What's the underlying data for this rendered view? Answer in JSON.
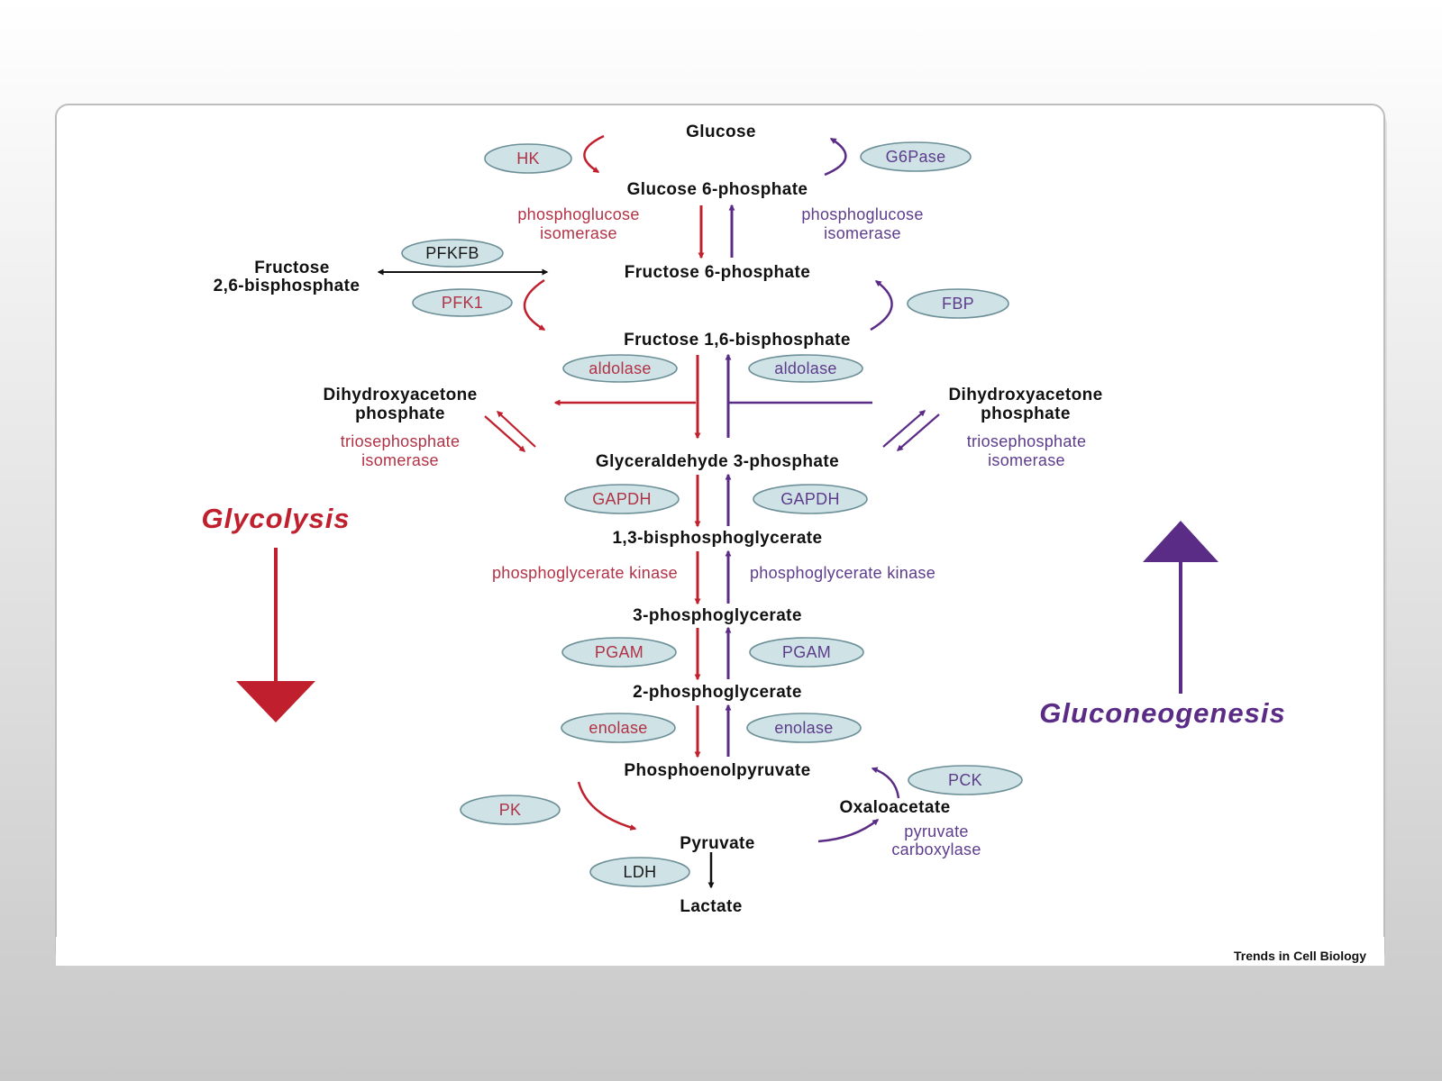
{
  "colors": {
    "glycolysis": "#c0202e",
    "gluconeogenesis": "#5b2c86",
    "enzyme_fill": "#cfe3e6",
    "neutral": "#111111"
  },
  "metabolites": {
    "glucose": "Glucose",
    "g6p": "Glucose 6-phosphate",
    "f6p": "Fructose 6-phosphate",
    "f26bp_line1": "Fructose",
    "f26bp_line2": "2,6-bisphosphate",
    "f16bp": "Fructose 1,6-bisphosphate",
    "dhap_line1": "Dihydroxyacetone",
    "dhap_line2": "phosphate",
    "g3p": "Glyceraldehyde 3-phosphate",
    "bpg13": "1,3-bisphosphoglycerate",
    "pg3": "3-phosphoglycerate",
    "pg2": "2-phosphoglycerate",
    "pep": "Phosphoenolpyruvate",
    "oaa": "Oxaloacetate",
    "pyruvate": "Pyruvate",
    "lactate": "Lactate"
  },
  "enzymes": {
    "hk": "HK",
    "g6pase": "G6Pase",
    "pfkfb": "PFKFB",
    "pfk1": "PFK1",
    "fbp": "FBP",
    "aldolase": "aldolase",
    "gapdh": "GAPDH",
    "pgam": "PGAM",
    "enolase": "enolase",
    "pck": "PCK",
    "pk": "PK",
    "ldh": "LDH"
  },
  "enzyme_text": {
    "pgi_line1": "phosphoglucose",
    "pgi_line2": "isomerase",
    "tpi_line1": "triosephosphate",
    "tpi_line2": "isomerase",
    "pgk": "phosphoglycerate kinase",
    "pc_line1": "pyruvate",
    "pc_line2": "carboxylase"
  },
  "pathways": {
    "glycolysis": "Glycolysis",
    "gluconeogenesis": "Gluconeogenesis"
  },
  "credit": "Trends in Cell Biology"
}
